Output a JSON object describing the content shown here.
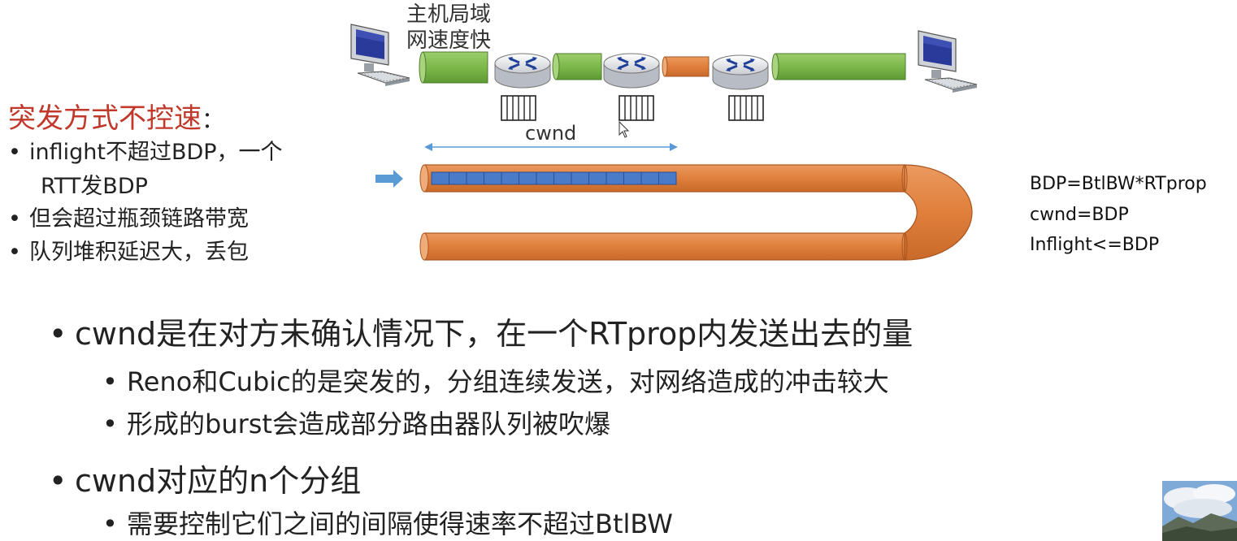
{
  "diagram": {
    "host_label_lines": [
      "主机局域",
      "网速度快"
    ],
    "cwnd_label": "cwnd",
    "formulas": [
      "BDP=BtlBW*RTprop",
      "cwnd=BDP",
      "Inflight<=BDP"
    ],
    "packets_in_pipe": 14,
    "colors": {
      "green_link": "#7cb84a",
      "orange_link": "#e07f3c",
      "packet": "#4a7bc8",
      "arrow": "#5b9bd5",
      "title_red": "#c0392b"
    }
  },
  "left_panel": {
    "title": "突发方式不控速",
    "title_colon": "：",
    "bullets": [
      [
        "inflight不超过BDP，一个",
        "RTT发BDP"
      ],
      [
        "但会超过瓶颈链路带宽"
      ],
      [
        "队列堆积延迟大，丢包"
      ]
    ]
  },
  "main_points": {
    "p1": "cwnd是在对方未确认情况下，在一个RTprop内发送出去的量",
    "p1_subs": [
      "Reno和Cubic的是突发的，分组连续发送，对网络造成的冲击较大",
      "形成的burst会造成部分路由器队列被吹爆"
    ],
    "p2": "cwnd对应的n个分组",
    "p2_subs": [
      "需要控制它们之间的间隔使得速率不超过BtlBW"
    ]
  },
  "icons": [
    "computer-icon",
    "router-icon",
    "queue-buffer-icon",
    "cursor-icon",
    "arrow-icon"
  ]
}
